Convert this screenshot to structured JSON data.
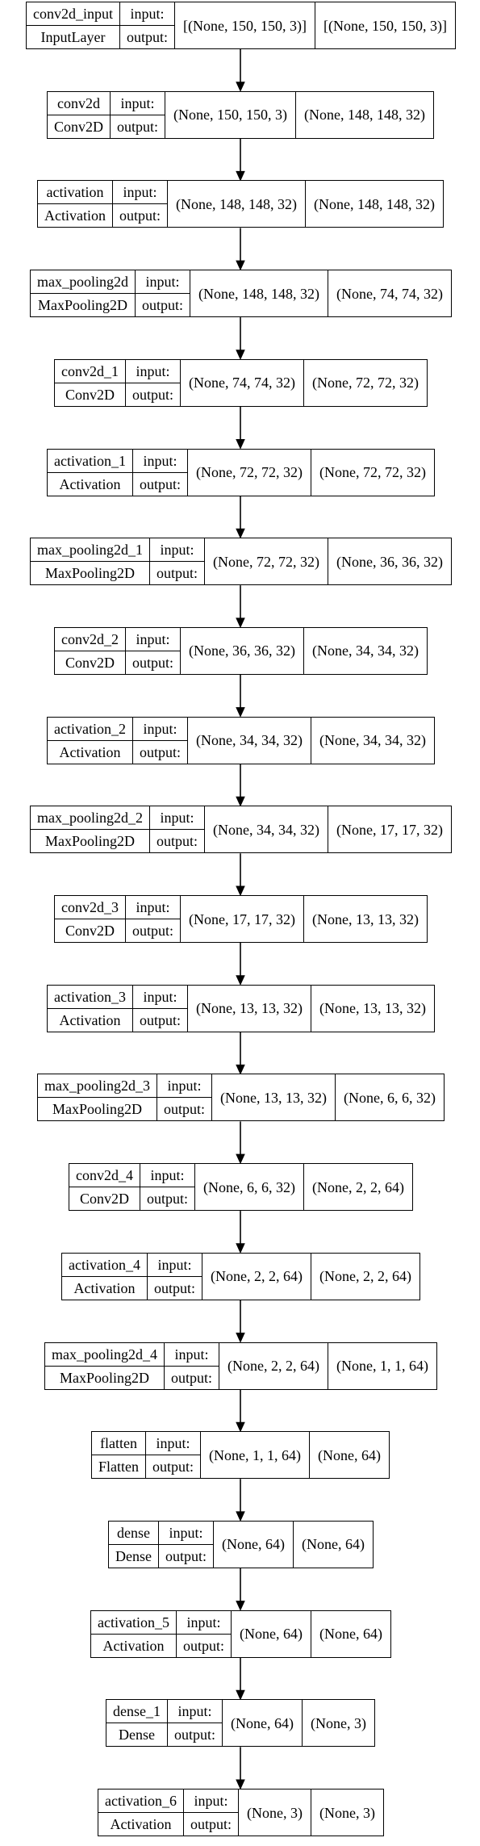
{
  "layers": [
    {
      "name": "conv2d_input",
      "type": "InputLayer",
      "input_label": "input:",
      "output_label": "output:",
      "input_shape": "[(None, 150, 150, 3)]",
      "output_shape": "[(None, 150, 150, 3)]"
    },
    {
      "name": "conv2d",
      "type": "Conv2D",
      "input_label": "input:",
      "output_label": "output:",
      "input_shape": "(None, 150, 150, 3)",
      "output_shape": "(None, 148, 148, 32)"
    },
    {
      "name": "activation",
      "type": "Activation",
      "input_label": "input:",
      "output_label": "output:",
      "input_shape": "(None, 148, 148, 32)",
      "output_shape": "(None, 148, 148, 32)"
    },
    {
      "name": "max_pooling2d",
      "type": "MaxPooling2D",
      "input_label": "input:",
      "output_label": "output:",
      "input_shape": "(None, 148, 148, 32)",
      "output_shape": "(None, 74, 74, 32)"
    },
    {
      "name": "conv2d_1",
      "type": "Conv2D",
      "input_label": "input:",
      "output_label": "output:",
      "input_shape": "(None, 74, 74, 32)",
      "output_shape": "(None, 72, 72, 32)"
    },
    {
      "name": "activation_1",
      "type": "Activation",
      "input_label": "input:",
      "output_label": "output:",
      "input_shape": "(None, 72, 72, 32)",
      "output_shape": "(None, 72, 72, 32)"
    },
    {
      "name": "max_pooling2d_1",
      "type": "MaxPooling2D",
      "input_label": "input:",
      "output_label": "output:",
      "input_shape": "(None, 72, 72, 32)",
      "output_shape": "(None, 36, 36, 32)"
    },
    {
      "name": "conv2d_2",
      "type": "Conv2D",
      "input_label": "input:",
      "output_label": "output:",
      "input_shape": "(None, 36, 36, 32)",
      "output_shape": "(None, 34, 34, 32)"
    },
    {
      "name": "activation_2",
      "type": "Activation",
      "input_label": "input:",
      "output_label": "output:",
      "input_shape": "(None, 34, 34, 32)",
      "output_shape": "(None, 34, 34, 32)"
    },
    {
      "name": "max_pooling2d_2",
      "type": "MaxPooling2D",
      "input_label": "input:",
      "output_label": "output:",
      "input_shape": "(None, 34, 34, 32)",
      "output_shape": "(None, 17, 17, 32)"
    },
    {
      "name": "conv2d_3",
      "type": "Conv2D",
      "input_label": "input:",
      "output_label": "output:",
      "input_shape": "(None, 17, 17, 32)",
      "output_shape": "(None, 13, 13, 32)"
    },
    {
      "name": "activation_3",
      "type": "Activation",
      "input_label": "input:",
      "output_label": "output:",
      "input_shape": "(None, 13, 13, 32)",
      "output_shape": "(None, 13, 13, 32)"
    },
    {
      "name": "max_pooling2d_3",
      "type": "MaxPooling2D",
      "input_label": "input:",
      "output_label": "output:",
      "input_shape": "(None, 13, 13, 32)",
      "output_shape": "(None, 6, 6, 32)"
    },
    {
      "name": "conv2d_4",
      "type": "Conv2D",
      "input_label": "input:",
      "output_label": "output:",
      "input_shape": "(None, 6, 6, 32)",
      "output_shape": "(None, 2, 2, 64)"
    },
    {
      "name": "activation_4",
      "type": "Activation",
      "input_label": "input:",
      "output_label": "output:",
      "input_shape": "(None, 2, 2, 64)",
      "output_shape": "(None, 2, 2, 64)"
    },
    {
      "name": "max_pooling2d_4",
      "type": "MaxPooling2D",
      "input_label": "input:",
      "output_label": "output:",
      "input_shape": "(None, 2, 2, 64)",
      "output_shape": "(None, 1, 1, 64)"
    },
    {
      "name": "flatten",
      "type": "Flatten",
      "input_label": "input:",
      "output_label": "output:",
      "input_shape": "(None, 1, 1, 64)",
      "output_shape": "(None, 64)"
    },
    {
      "name": "dense",
      "type": "Dense",
      "input_label": "input:",
      "output_label": "output:",
      "input_shape": "(None, 64)",
      "output_shape": "(None, 64)"
    },
    {
      "name": "activation_5",
      "type": "Activation",
      "input_label": "input:",
      "output_label": "output:",
      "input_shape": "(None, 64)",
      "output_shape": "(None, 64)"
    },
    {
      "name": "dense_1",
      "type": "Dense",
      "input_label": "input:",
      "output_label": "output:",
      "input_shape": "(None, 64)",
      "output_shape": "(None, 3)"
    },
    {
      "name": "activation_6",
      "type": "Activation",
      "input_label": "input:",
      "output_label": "output:",
      "input_shape": "(None, 3)",
      "output_shape": "(None, 3)"
    }
  ],
  "colors": {
    "stroke": "#000000",
    "background": "#ffffff"
  }
}
